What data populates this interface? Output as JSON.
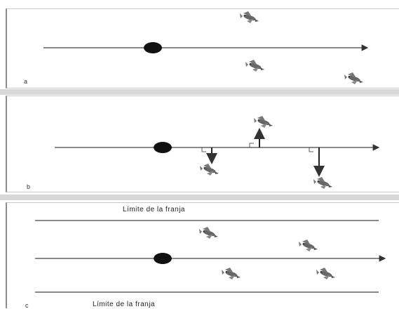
{
  "panels": {
    "a": {
      "label": "a"
    },
    "b": {
      "label": "b"
    },
    "c": {
      "label": "c",
      "strip_top_label": "Límite de la franja",
      "strip_bottom_label": "Límite de la franja"
    }
  },
  "icons": [
    "bird-icon",
    "arrow-icon",
    "observer-dot-icon"
  ],
  "colors": {
    "line": "#444444",
    "dot": "#111111",
    "bird": "#555555"
  }
}
